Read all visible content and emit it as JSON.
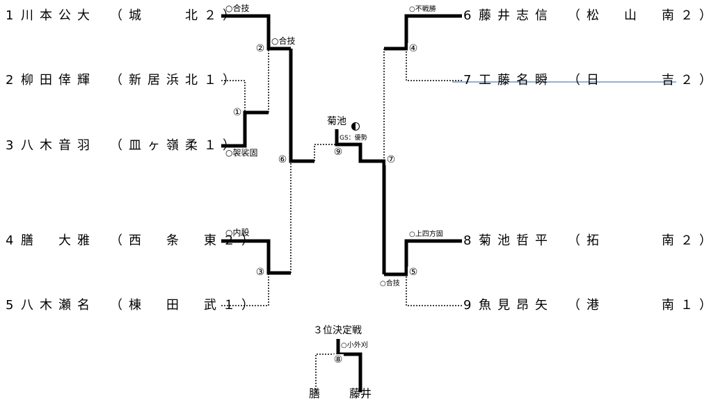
{
  "left_entries": [
    {
      "no": "1",
      "name": "川本公大",
      "school": "（城　　北２）"
    },
    {
      "no": "2",
      "name": "柳田倖輝",
      "school": "（新居浜北１）"
    },
    {
      "no": "3",
      "name": "八木音羽",
      "school": "（皿ヶ嶺柔１）"
    },
    {
      "no": "4",
      "name": "膳　大雅",
      "school": "（西　条　東２）"
    },
    {
      "no": "5",
      "name": "八木瀬名",
      "school": "（棟　田　武１）"
    }
  ],
  "right_entries": [
    {
      "no": "6",
      "name": "藤井志信",
      "school": "（松　山　南２）"
    },
    {
      "no": "7",
      "name": "工藤名瞬",
      "school": "（日　　　吉２）"
    },
    {
      "no": "8",
      "name": "菊池哲平",
      "school": "（拓　　　南２）"
    },
    {
      "no": "9",
      "name": "魚見昂矢",
      "school": "（港　　　南１）"
    }
  ],
  "match_numbers": [
    "①",
    "②",
    "③",
    "④",
    "⑤",
    "⑥",
    "⑦",
    "⑧",
    "⑨"
  ],
  "results": {
    "m1": "○袈裟固",
    "m2_top": "○合技",
    "m2": "○合技",
    "m3": "○内股",
    "m4": "○不戦勝",
    "m5_top": "○上四方固",
    "m5": "○合技",
    "final_winner": "菊池",
    "final_gs": "GS：優勢",
    "m8": "○小外刈"
  },
  "third_place": {
    "title": "３位決定戦",
    "left": "膳",
    "right": "藤井"
  }
}
